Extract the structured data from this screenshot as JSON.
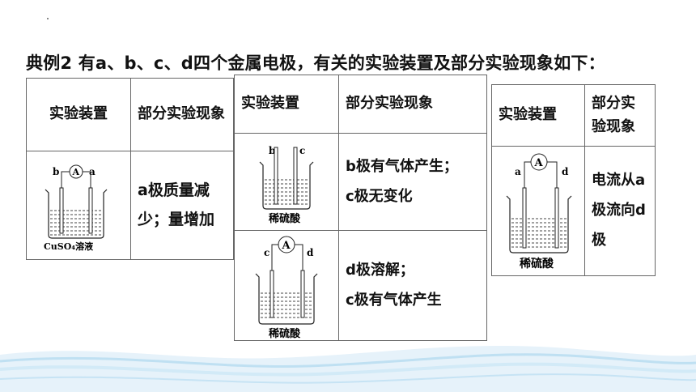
{
  "title": "典例2 有a、b、c、d四个金属电极，有关的实验装置及部分实验现象如下：",
  "table1": {
    "header_apparatus": "实验装置",
    "header_phenomenon": "部分实验现象",
    "row1": {
      "electrode_left": "b",
      "electrode_right": "a",
      "meter": "A",
      "solution": "CuSO₄溶液",
      "phenomenon": "a极质量减少；量增加"
    }
  },
  "table2": {
    "header_apparatus": "实验装置",
    "header_phenomenon": "部分实验现象",
    "row1": {
      "electrode_left": "b",
      "electrode_right": "c",
      "solution": "稀硫酸",
      "phenomenon_line1": "b极有气体产生；",
      "phenomenon_line2": "c极无变化"
    },
    "row2": {
      "electrode_left": "c",
      "electrode_right": "d",
      "meter": "A",
      "solution": "稀硫酸",
      "phenomenon_line1": "d极溶解；",
      "phenomenon_line2": "c极有气体产生"
    }
  },
  "table3": {
    "header_apparatus": "实验装置",
    "header_phenomenon": "部分实验现象",
    "row1": {
      "electrode_left": "a",
      "electrode_right": "d",
      "meter": "A",
      "solution": "稀硫酸",
      "phenomenon": "电流从a极流向d极"
    }
  }
}
